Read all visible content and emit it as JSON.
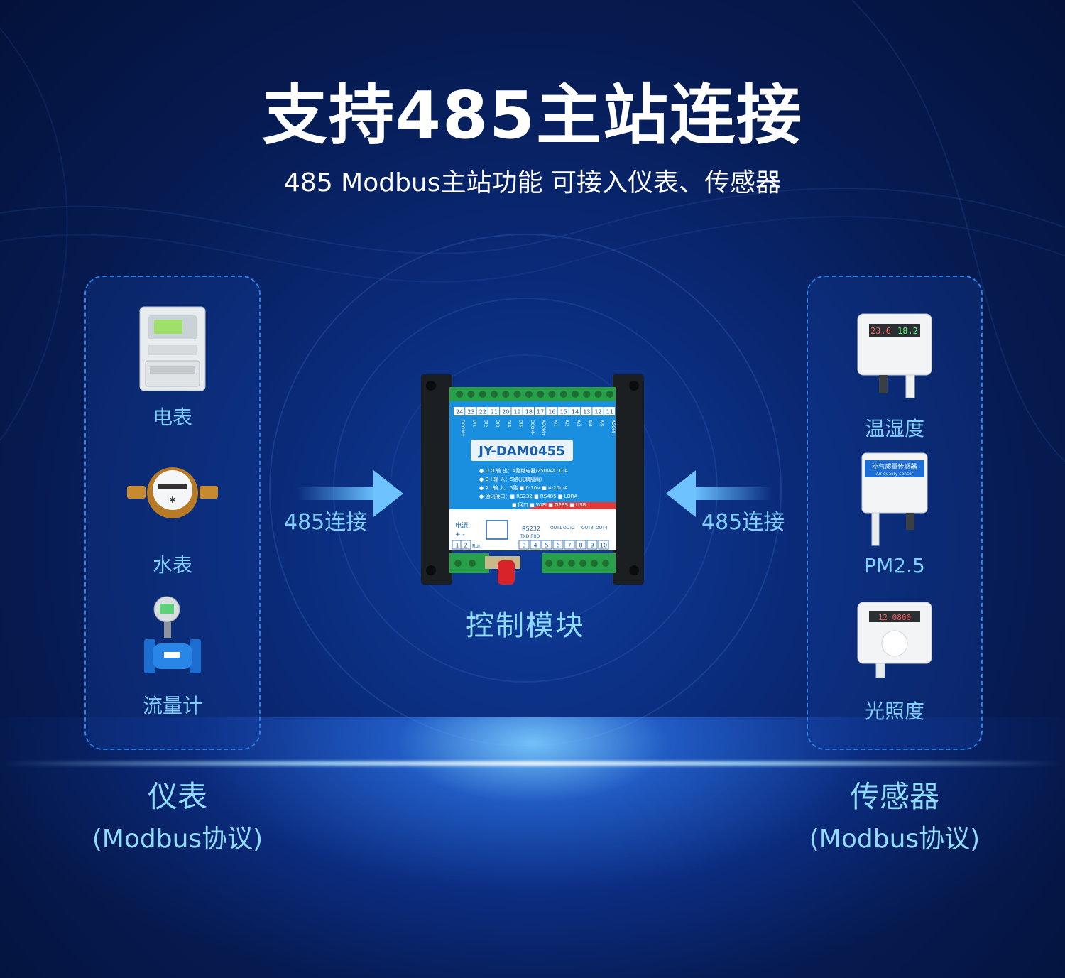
{
  "title": "支持485主站连接",
  "subtitle": "485 Modbus主站功能  可接入仪表、传感器",
  "left_group": {
    "items": [
      {
        "label": "电表",
        "icon": "electric-meter-icon"
      },
      {
        "label": "水表",
        "icon": "water-meter-icon"
      },
      {
        "label": "流量计",
        "icon": "flow-meter-icon"
      }
    ],
    "title": "仪表",
    "protocol": "(Modbus协议)"
  },
  "right_group": {
    "items": [
      {
        "label": "温湿度",
        "icon": "temp-humidity-sensor-icon"
      },
      {
        "label": "PM2.5",
        "icon": "air-quality-sensor-icon"
      },
      {
        "label": "光照度",
        "icon": "light-sensor-icon"
      }
    ],
    "title": "传感器",
    "protocol": "(Modbus协议)"
  },
  "connection": {
    "left_label": "485连接",
    "right_label": "485连接"
  },
  "module": {
    "label": "控制模块",
    "model": "JY-DAM0455",
    "top_terminals": [
      "24",
      "23",
      "22",
      "21",
      "20",
      "19",
      "18",
      "17",
      "16",
      "15",
      "14",
      "13",
      "12",
      "11"
    ],
    "top_pins": [
      "DCOM+",
      "DI1",
      "DI2",
      "DI3",
      "DI4",
      "DI5",
      "DCOM-",
      "ACOM+",
      "AI1",
      "AI2",
      "AI3",
      "AI4",
      "AI5",
      "ACOM-"
    ],
    "specs": [
      "● D O 输 出：4路继电器/250VAC 10A",
      "● D I 输 入：5路(光耦隔离)",
      "● A I 输 入：5路 ■ 0-10V  ■ 4-20mA",
      "● 通讯接口：■ RS232 ■ RS485 ■ LORA",
      "■ 网口   ■ WIFI   ■ GPRS ■ USB"
    ],
    "power_label": "电源",
    "power_sign": "+ -",
    "rs232_label": "RS232",
    "txd_rxd": "TXD  RXD",
    "outs": [
      "OUT1",
      "OUT2",
      "OUT3",
      "OUT4"
    ],
    "run_label": "Run",
    "bottom_terminals": [
      "1",
      "2",
      "3",
      "4",
      "5",
      "6",
      "7",
      "8",
      "9",
      "10"
    ]
  },
  "sensor_displays": {
    "temp": "23.6",
    "hum": "18.2",
    "air_title": "空气质量传感器",
    "air_sub": "Air quality sensor",
    "light": "12.0800"
  },
  "colors": {
    "accent": "#7fd0ff",
    "arrow": "#5bb8ff",
    "panel_border": "#2f7fe0",
    "module_blue": "#1a8fe0"
  }
}
